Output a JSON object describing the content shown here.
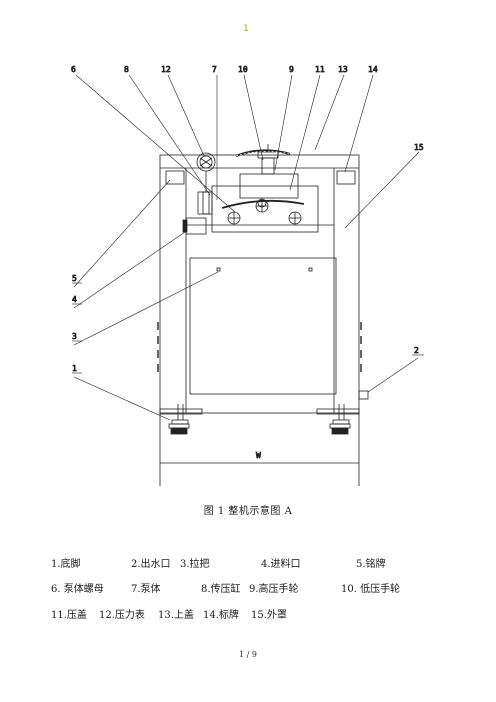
{
  "top_mark": "1",
  "labels": {
    "l6": "6",
    "l8": "8",
    "l12": "12",
    "l7": "7",
    "l10": "10",
    "l9": "9",
    "l11": "11",
    "l13": "13",
    "l14": "14",
    "l15": "15",
    "l5": "5",
    "l4": "4",
    "l3": "3",
    "l1": "1",
    "l2": "2",
    "width": "W"
  },
  "caption": "图 1   整机示意图 A",
  "legend": {
    "row1": [
      "1.底脚",
      "2.出水口",
      "3.拉把",
      "4.进料口",
      "5.铭牌"
    ],
    "row2": [
      "6. 泵体螺母",
      "7.泵体",
      "8.传压缸",
      "9.高压手轮",
      "10. 低压手轮"
    ],
    "row3": [
      "11.压盖",
      "12.压力表",
      "13.上盖",
      "14.标牌",
      "15.外罩"
    ]
  },
  "page": "1 / 9"
}
